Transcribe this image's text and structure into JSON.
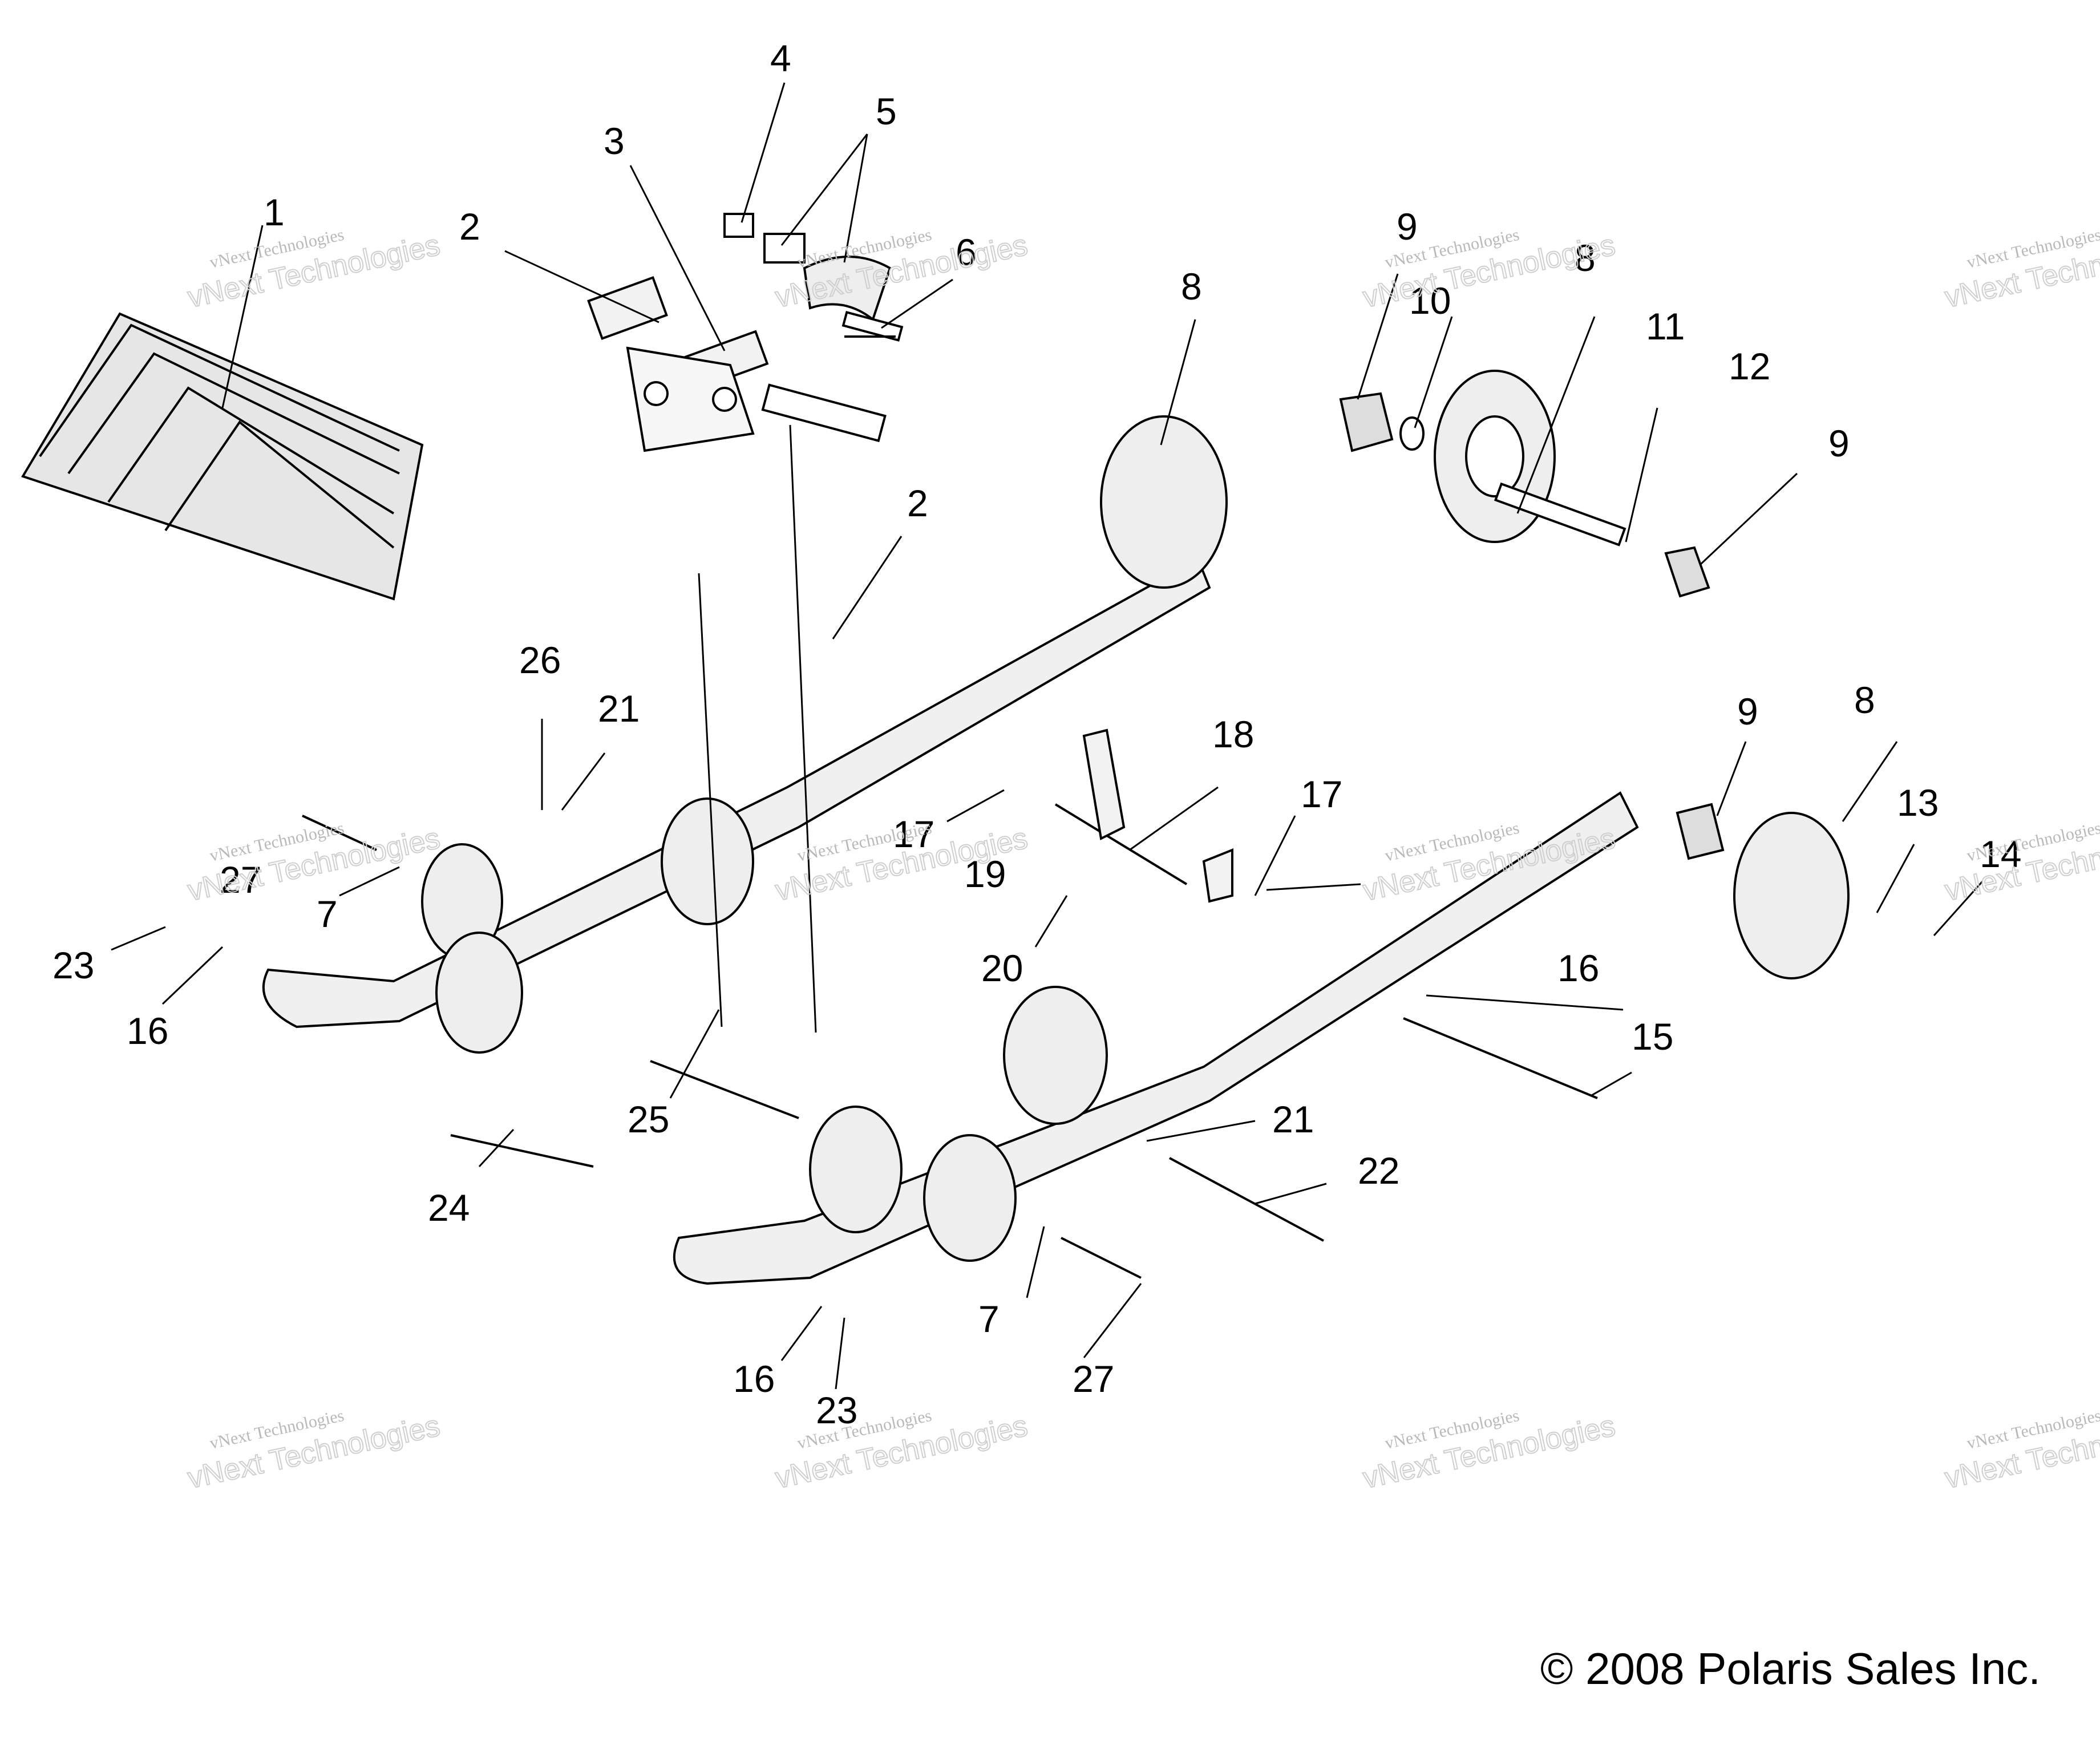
{
  "diagram": {
    "callouts": [
      {
        "id": "c1",
        "text": "1"
      },
      {
        "id": "c2a",
        "text": "2"
      },
      {
        "id": "c2b",
        "text": "2"
      },
      {
        "id": "c3",
        "text": "3"
      },
      {
        "id": "c4",
        "text": "4"
      },
      {
        "id": "c5",
        "text": "5"
      },
      {
        "id": "c6",
        "text": "6"
      },
      {
        "id": "c7a",
        "text": "7"
      },
      {
        "id": "c7b",
        "text": "7"
      },
      {
        "id": "c8a",
        "text": "8"
      },
      {
        "id": "c8b",
        "text": "8"
      },
      {
        "id": "c8c",
        "text": "8"
      },
      {
        "id": "c9a",
        "text": "9"
      },
      {
        "id": "c9b",
        "text": "9"
      },
      {
        "id": "c9c",
        "text": "9"
      },
      {
        "id": "c10",
        "text": "10"
      },
      {
        "id": "c11",
        "text": "11"
      },
      {
        "id": "c12",
        "text": "12"
      },
      {
        "id": "c13",
        "text": "13"
      },
      {
        "id": "c14",
        "text": "14"
      },
      {
        "id": "c15",
        "text": "15"
      },
      {
        "id": "c16a",
        "text": "16"
      },
      {
        "id": "c16b",
        "text": "16"
      },
      {
        "id": "c16c",
        "text": "16"
      },
      {
        "id": "c17a",
        "text": "17"
      },
      {
        "id": "c17b",
        "text": "17"
      },
      {
        "id": "c18",
        "text": "18"
      },
      {
        "id": "c19",
        "text": "19"
      },
      {
        "id": "c20",
        "text": "20"
      },
      {
        "id": "c21a",
        "text": "21"
      },
      {
        "id": "c21b",
        "text": "21"
      },
      {
        "id": "c22",
        "text": "22"
      },
      {
        "id": "c23a",
        "text": "23"
      },
      {
        "id": "c23b",
        "text": "23"
      },
      {
        "id": "c24",
        "text": "24"
      },
      {
        "id": "c25",
        "text": "25"
      },
      {
        "id": "c26",
        "text": "26"
      },
      {
        "id": "c27a",
        "text": "27"
      },
      {
        "id": "c27b",
        "text": "27"
      }
    ],
    "watermark": {
      "line1": "vNext Technologies",
      "line2": "vNext Technologies"
    },
    "copyright": "© 2008 Polaris Sales Inc."
  }
}
